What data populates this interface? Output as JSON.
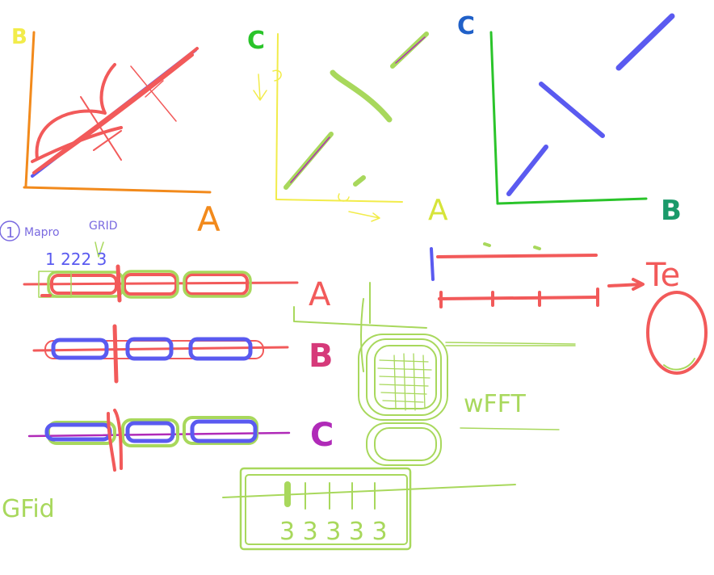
{
  "colors": {
    "red": "#f25a5a",
    "green": "#a8d85c",
    "yellow": "#f2ec4a",
    "blue": "#5a5af0",
    "orange": "#f28a1c",
    "pink": "#d63a7a",
    "purple": "#b02ab8",
    "dark_green": "#1a9a6a",
    "bright_green": "#2ac42a",
    "navy": "#2060c8",
    "lavender": "#7a6ae0"
  },
  "plots": [
    {
      "y_label": "B",
      "x_label": "A"
    },
    {
      "y_label": "C",
      "x_label": "A"
    },
    {
      "y_label": "C",
      "x_label": "B"
    }
  ],
  "section": {
    "number": "1",
    "title_part1": "Mapro",
    "title_part2": "GRID",
    "ticks": "1 222 3"
  },
  "tracks": [
    {
      "label": "A"
    },
    {
      "label": "B"
    },
    {
      "label": "C"
    }
  ],
  "right_diagram": {
    "arrow_label": "Te"
  },
  "fft_label": "wFFT",
  "grid_label": "GFid",
  "box_numbers": "3 3 3 3 3"
}
